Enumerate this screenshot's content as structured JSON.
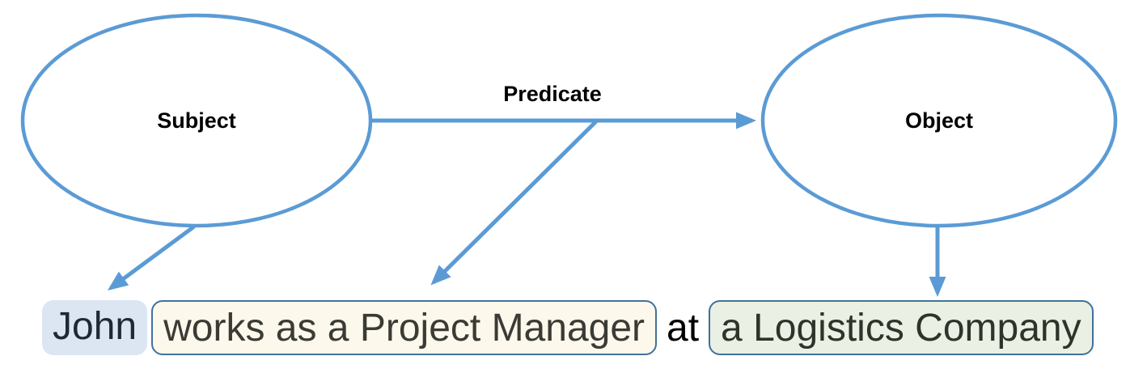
{
  "diagram": {
    "subject_label": "Subject",
    "predicate_label": "Predicate",
    "object_label": "Object"
  },
  "sentence": {
    "subject_text": "John",
    "predicate_text": "works as a Project Manager",
    "connector_text": "at",
    "object_text": "a Logistics Company"
  },
  "colors": {
    "diagram_blue": "#5B9BD5",
    "token_border_blue": "#41719C",
    "subject_token_fill": "#DCE6F3",
    "predicate_token_fill": "#FCF8EC",
    "object_token_fill": "#EAF0E3",
    "label_text": "#000000"
  }
}
